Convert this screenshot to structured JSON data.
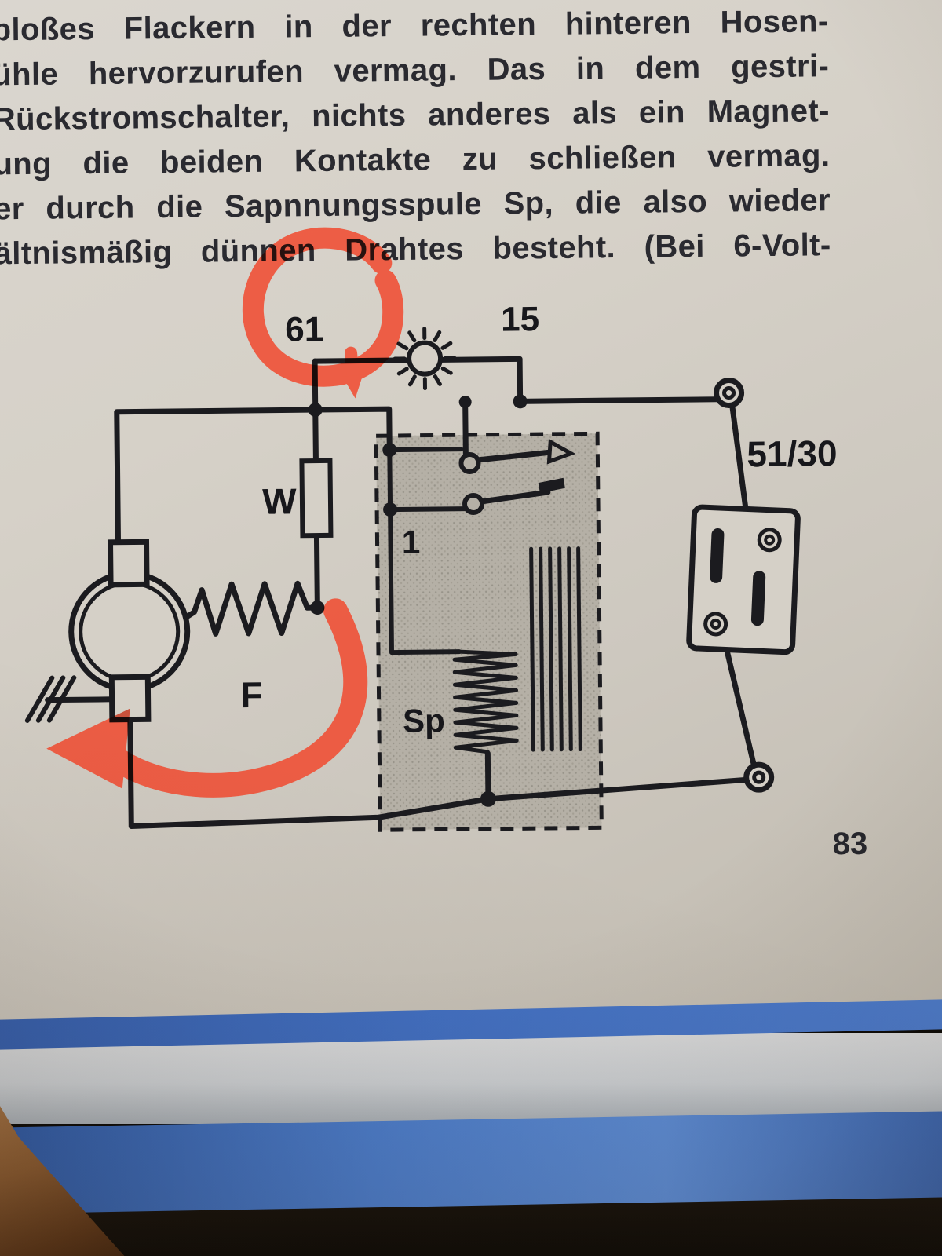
{
  "photo": {
    "paper_color": "#d5d0c7",
    "ink_color": "#1b1b1f",
    "annotation_red": "#f1492d",
    "stripe_blue": "#416fc2",
    "cover_blue": "#4b7ecf"
  },
  "text_block": {
    "lines": [
      "bloßes Flackern in der rechten hinteren Hosen-",
      "ühle hervorzurufen vermag. Das in dem gestri-",
      "Rückstromschalter, nichts anderes als ein Magnet-",
      "ung die beiden Kontakte zu schließen vermag.",
      "er durch die Sapnnungsspule Sp, die also wieder",
      "ältnismäßig dünnen Drahtes besteht. (Bei 6-Volt-"
    ]
  },
  "diagram": {
    "labels": {
      "terminal_61": "61",
      "terminal_15": "15",
      "terminal_51_30": "51/30",
      "resistor_w": "W",
      "field_f": "F",
      "junction_1": "1",
      "coil_sp": "Sp"
    }
  },
  "page_number": "83"
}
